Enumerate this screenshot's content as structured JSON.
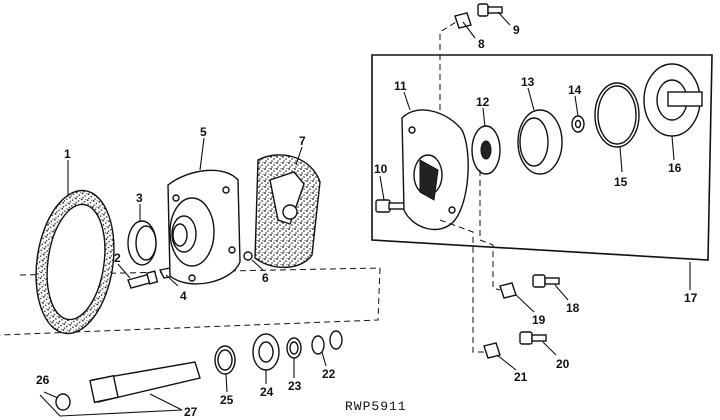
{
  "diagram": {
    "reference_code": "RWP5911",
    "callouts": [
      "1",
      "2",
      "3",
      "4",
      "5",
      "6",
      "7",
      "8",
      "9",
      "10",
      "11",
      "12",
      "13",
      "14",
      "15",
      "16",
      "17",
      "18",
      "19",
      "20",
      "21",
      "22",
      "23",
      "24",
      "25",
      "26",
      "27"
    ]
  }
}
